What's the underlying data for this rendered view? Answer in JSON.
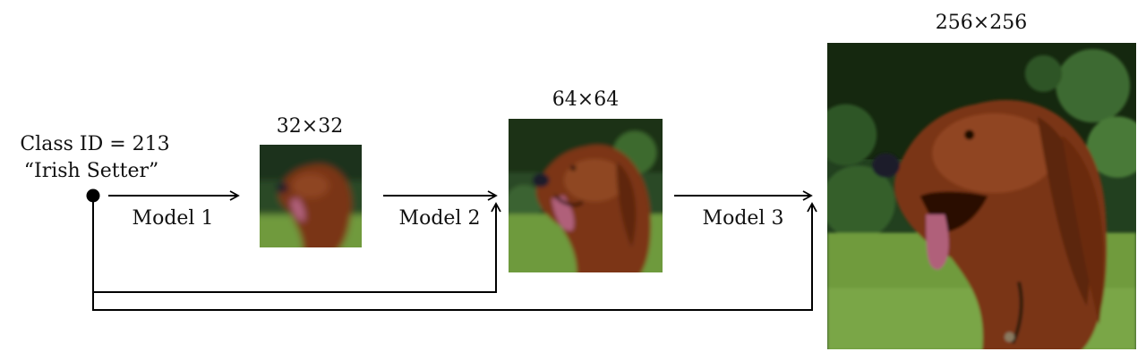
{
  "condition": {
    "line1": "Class ID = 213",
    "line2": "“Irish Setter”"
  },
  "stages": [
    {
      "model_label": "Model 1",
      "resolution": "32×32"
    },
    {
      "model_label": "Model 2",
      "resolution": "64×64"
    },
    {
      "model_label": "Model 3",
      "resolution": "256×256"
    }
  ],
  "colors": {
    "fur": "#7a3414",
    "fur_light": "#a5522a",
    "grass": "#6f9a3d",
    "foliage": "#1f3a1c",
    "tongue": "#b0607a",
    "nose": "#1c1c2a",
    "stroke": "#000000"
  },
  "icons": [
    "class-node-dot"
  ]
}
